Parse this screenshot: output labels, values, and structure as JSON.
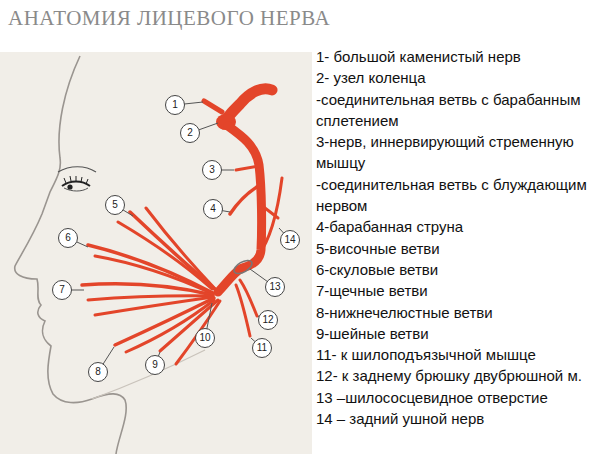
{
  "diagram": {
    "title": "АНАТОМИЯ ЛИЦЕВОГО НЕРВА",
    "nodes": [
      {
        "text": [
          "1"
        ]
      },
      {
        "text": [
          "2"
        ]
      },
      {
        "text": [
          "3"
        ]
      },
      {
        "text": [
          "4"
        ]
      },
      {
        "text": [
          "5"
        ]
      },
      {
        "text": [
          "6"
        ]
      },
      {
        "text": [
          "7"
        ]
      },
      {
        "text": [
          "8"
        ]
      },
      {
        "text": [
          "9"
        ]
      },
      {
        "text": [
          "10"
        ]
      },
      {
        "text": [
          "11"
        ]
      },
      {
        "text": [
          "12"
        ]
      },
      {
        "text": [
          "13"
        ]
      },
      {
        "text": [
          "14"
        ]
      }
    ],
    "labels": [
      "1- большой каменистый нерв",
      "2- узел коленца",
      "-соединительная ветвь с барабанным сплетением",
      "3-нерв, иннервирующий стременную мышцу",
      "-соединительная ветвь с блуждающим нервом",
      "4-барабанная струна",
      "5-височные ветви",
      "6-скуловые ветви",
      "7-щечные ветви",
      "8-нижнечелюстные ветви",
      "9-шейные ветви",
      "11- к шилоподъязычной мышце",
      "12- к заднему брюшку двубрюшной м.",
      "13 –шилососцевидное отверстие",
      "14 – задний ушной нерв"
    ]
  }
}
